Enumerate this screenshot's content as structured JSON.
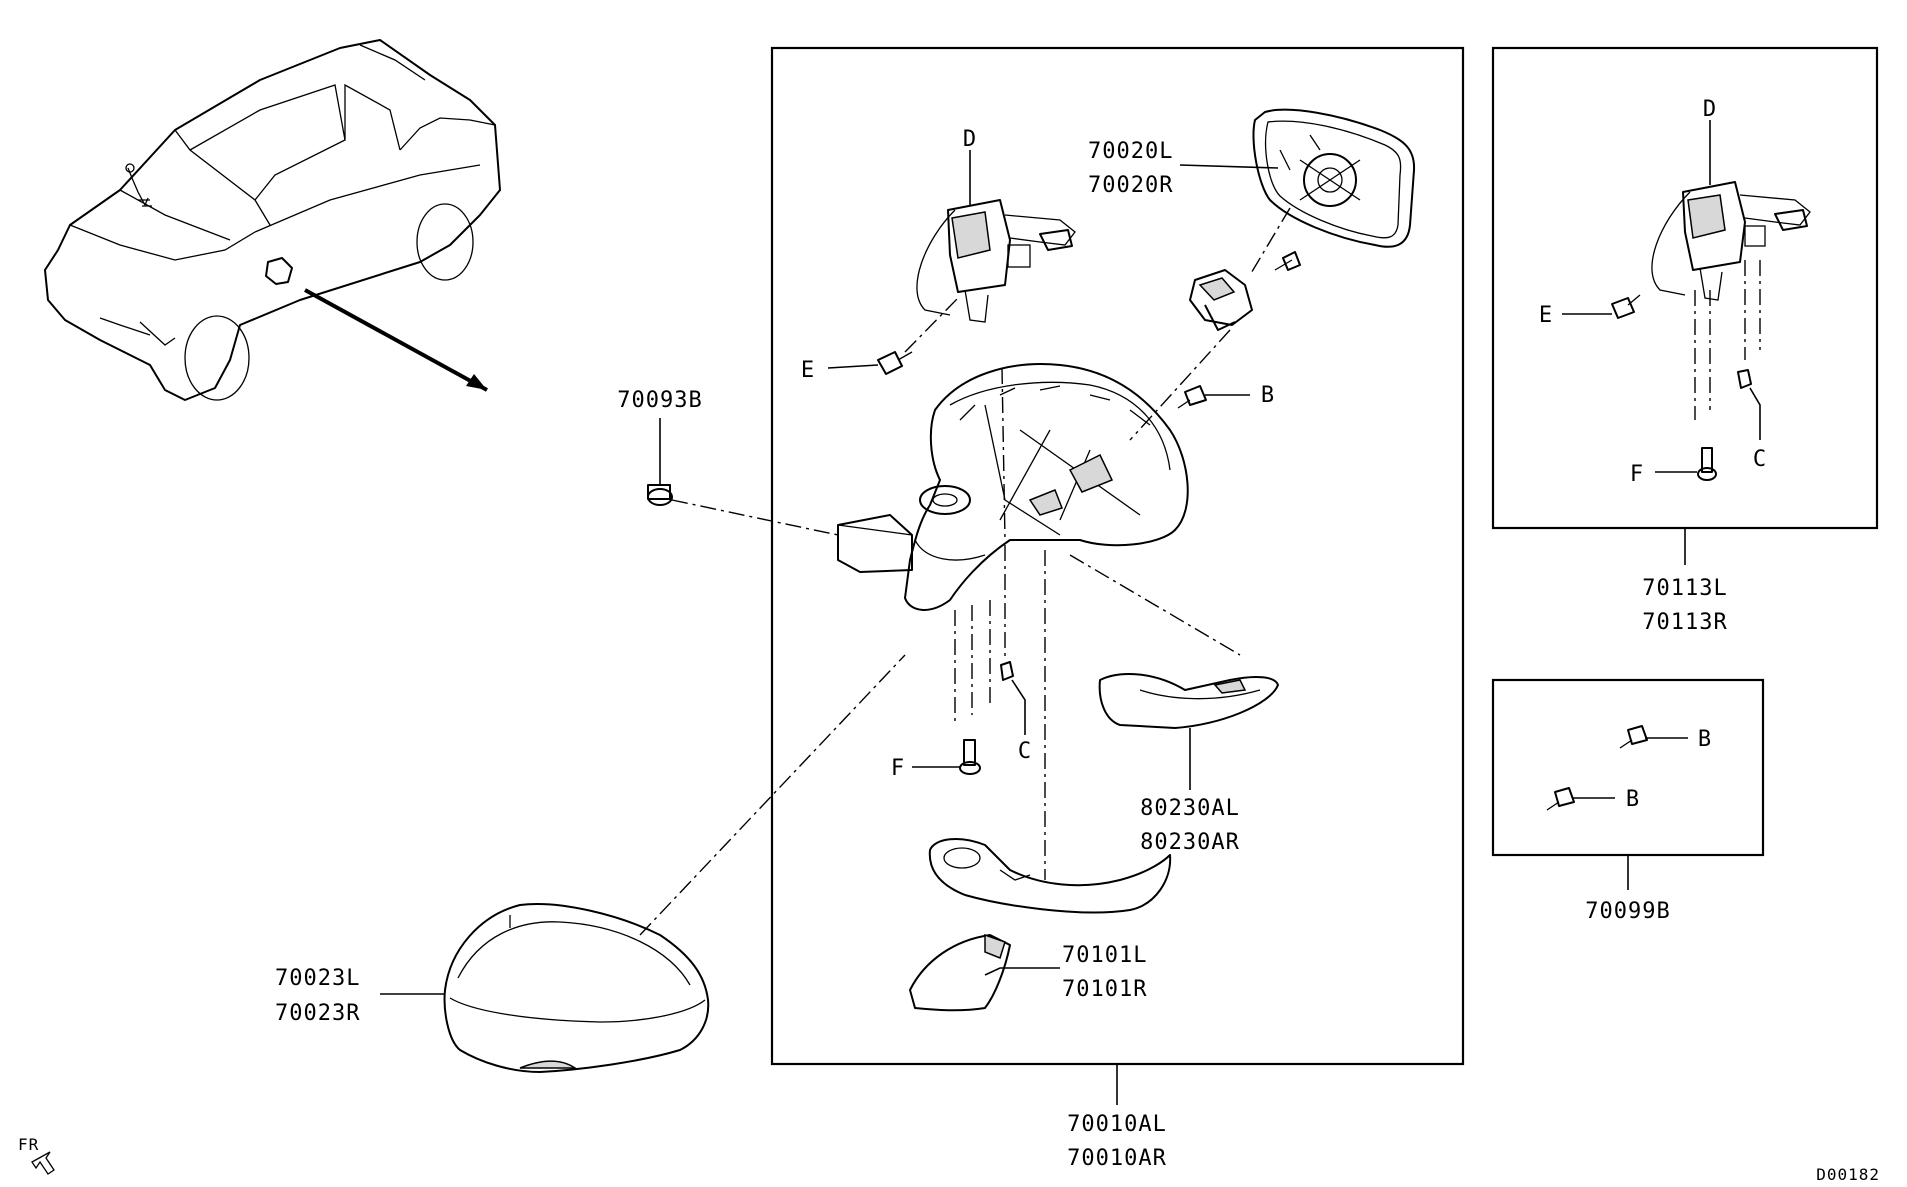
{
  "labels": {
    "p70020L": "70020L",
    "p70020R": "70020R",
    "p70093B": "70093B",
    "p70113L": "70113L",
    "p70113R": "70113R",
    "p80230AL": "80230AL",
    "p80230AR": "80230AR",
    "p70023L": "70023L",
    "p70023R": "70023R",
    "p70101L": "70101L",
    "p70101R": "70101R",
    "p70010AL": "70010AL",
    "p70010AR": "70010AR",
    "p70099B": "70099B",
    "D": "D",
    "E": "E",
    "B": "B",
    "C": "C",
    "F": "F",
    "fr": "FR",
    "diagram_code": "D00182"
  },
  "colors": {
    "line": "#000000",
    "background": "#ffffff",
    "shade": "#d8d8d8"
  }
}
